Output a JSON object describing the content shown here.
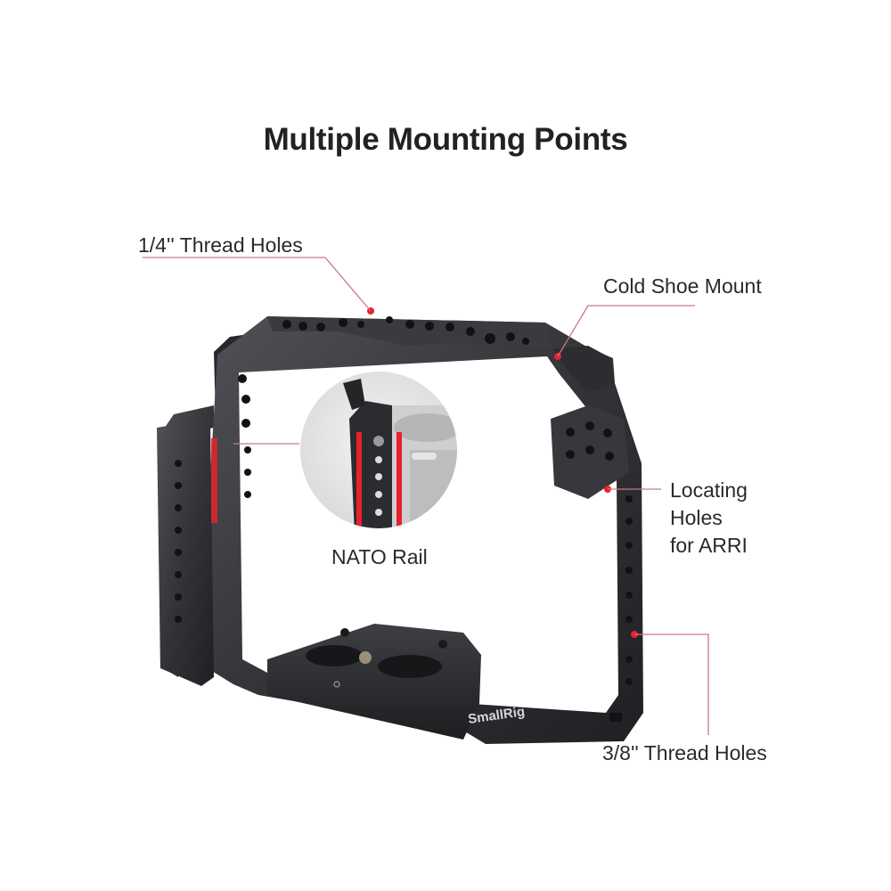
{
  "title": "Multiple Mounting Points",
  "callouts": {
    "quarter_thread_holes": "1/4'' Thread Holes",
    "cold_shoe_mount": "Cold Shoe Mount",
    "locating_holes": [
      "Locating",
      "Holes",
      "for ARRI"
    ],
    "nato_rail": "NATO Rail",
    "three_eighths_thread_holes": "3/8'' Thread Holes"
  },
  "brand": "SmallRig",
  "colors": {
    "metal": "#2f3033",
    "metal_dark": "#1e1f21",
    "metal_light": "#4a4b4f",
    "accent": "#e8212e",
    "leader": "#c87a80",
    "text": "#2a2a2a"
  }
}
